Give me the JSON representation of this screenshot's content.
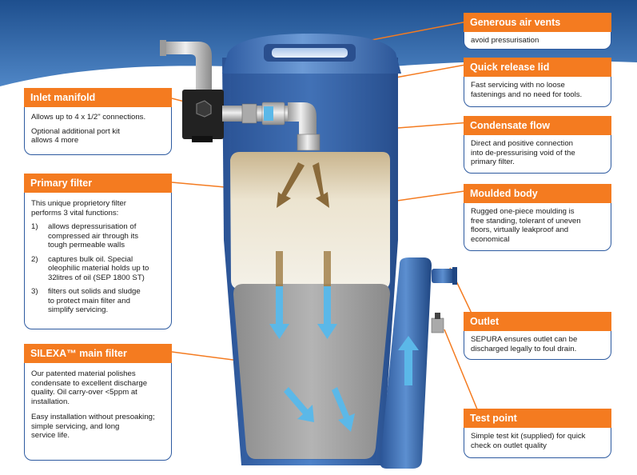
{
  "callouts": {
    "air_vents": {
      "title": "Generous air vents",
      "lines": [
        "avoid pressurisation"
      ]
    },
    "quick_release": {
      "title": "Quick release lid",
      "lines": [
        "Fast servicing with no loose",
        "fastenings and no need for tools."
      ]
    },
    "condensate": {
      "title": "Condensate flow",
      "lines": [
        "Direct and positive connection",
        "into de-pressurising void of the",
        "primary filter."
      ]
    },
    "moulded": {
      "title": "Moulded body",
      "lines": [
        "Rugged one-piece moulding is",
        "free standing, tolerant of uneven",
        "floors, virtually leakproof and",
        "economical"
      ]
    },
    "outlet": {
      "title": "Outlet",
      "lines": [
        "SEPURA ensures outlet can be",
        "discharged legally to foul drain."
      ]
    },
    "test_point": {
      "title": "Test point",
      "lines": [
        "Simple test kit (supplied) for quick",
        "check on outlet quality"
      ]
    },
    "inlet": {
      "title": "Inlet manifold",
      "para1": "Allows up to 4 x 1/2\" connections.",
      "para2_lines": [
        "Optional additional port kit",
        "allows 4 more"
      ]
    },
    "primary": {
      "title": "Primary filter",
      "intro_lines": [
        "This unique proprietory filter",
        "performs 3 vital functions:"
      ],
      "items": [
        {
          "num": "1)",
          "lines": [
            "allows depressurisation of",
            "compressed air through its",
            "tough permeable walls"
          ]
        },
        {
          "num": "2)",
          "lines": [
            "captures bulk oil. Special",
            "oleophilic material holds up to",
            "32litres of oil (SEP 1800 ST)"
          ]
        },
        {
          "num": "3)",
          "lines": [
            "filters out solids and sludge",
            "to protect main filter and",
            "simplify servicing."
          ]
        }
      ]
    },
    "silexa": {
      "title": "SILEXA™ main filter",
      "para1_lines": [
        "Our patented material polishes",
        "condensate to excellent discharge",
        "quality. Oil carry-over <5ppm at",
        "installation."
      ],
      "para2_lines": [
        "Easy installation without presoaking;",
        "simple servicing, and long",
        "service life."
      ]
    }
  },
  "colors": {
    "accent": "#f47b20",
    "border": "#2d5aa0",
    "body_blue": "#3c6fb4",
    "flow_arrow": "#5bb8e8",
    "oil_arrow": "#8a6a3a",
    "vessel": "#9a9a9a"
  }
}
